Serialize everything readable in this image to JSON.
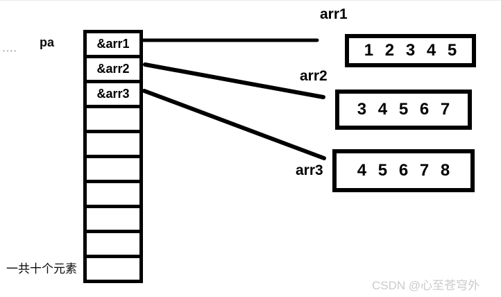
{
  "diagram": {
    "pa_label": "pa",
    "left_dots": "....",
    "note": "一共十个元素",
    "watermark": "CSDN @心至苍穹外",
    "stack": {
      "total_cells": 10,
      "cells": [
        "&arr1",
        "&arr2",
        "&arr3",
        "",
        "",
        "",
        "",
        "",
        "",
        ""
      ]
    },
    "arrays": [
      {
        "label": "arr1",
        "values": [
          1,
          2,
          3,
          4,
          5
        ]
      },
      {
        "label": "arr2",
        "values": [
          3,
          4,
          5,
          6,
          7
        ]
      },
      {
        "label": "arr3",
        "values": [
          4,
          5,
          6,
          7,
          8
        ]
      }
    ]
  }
}
